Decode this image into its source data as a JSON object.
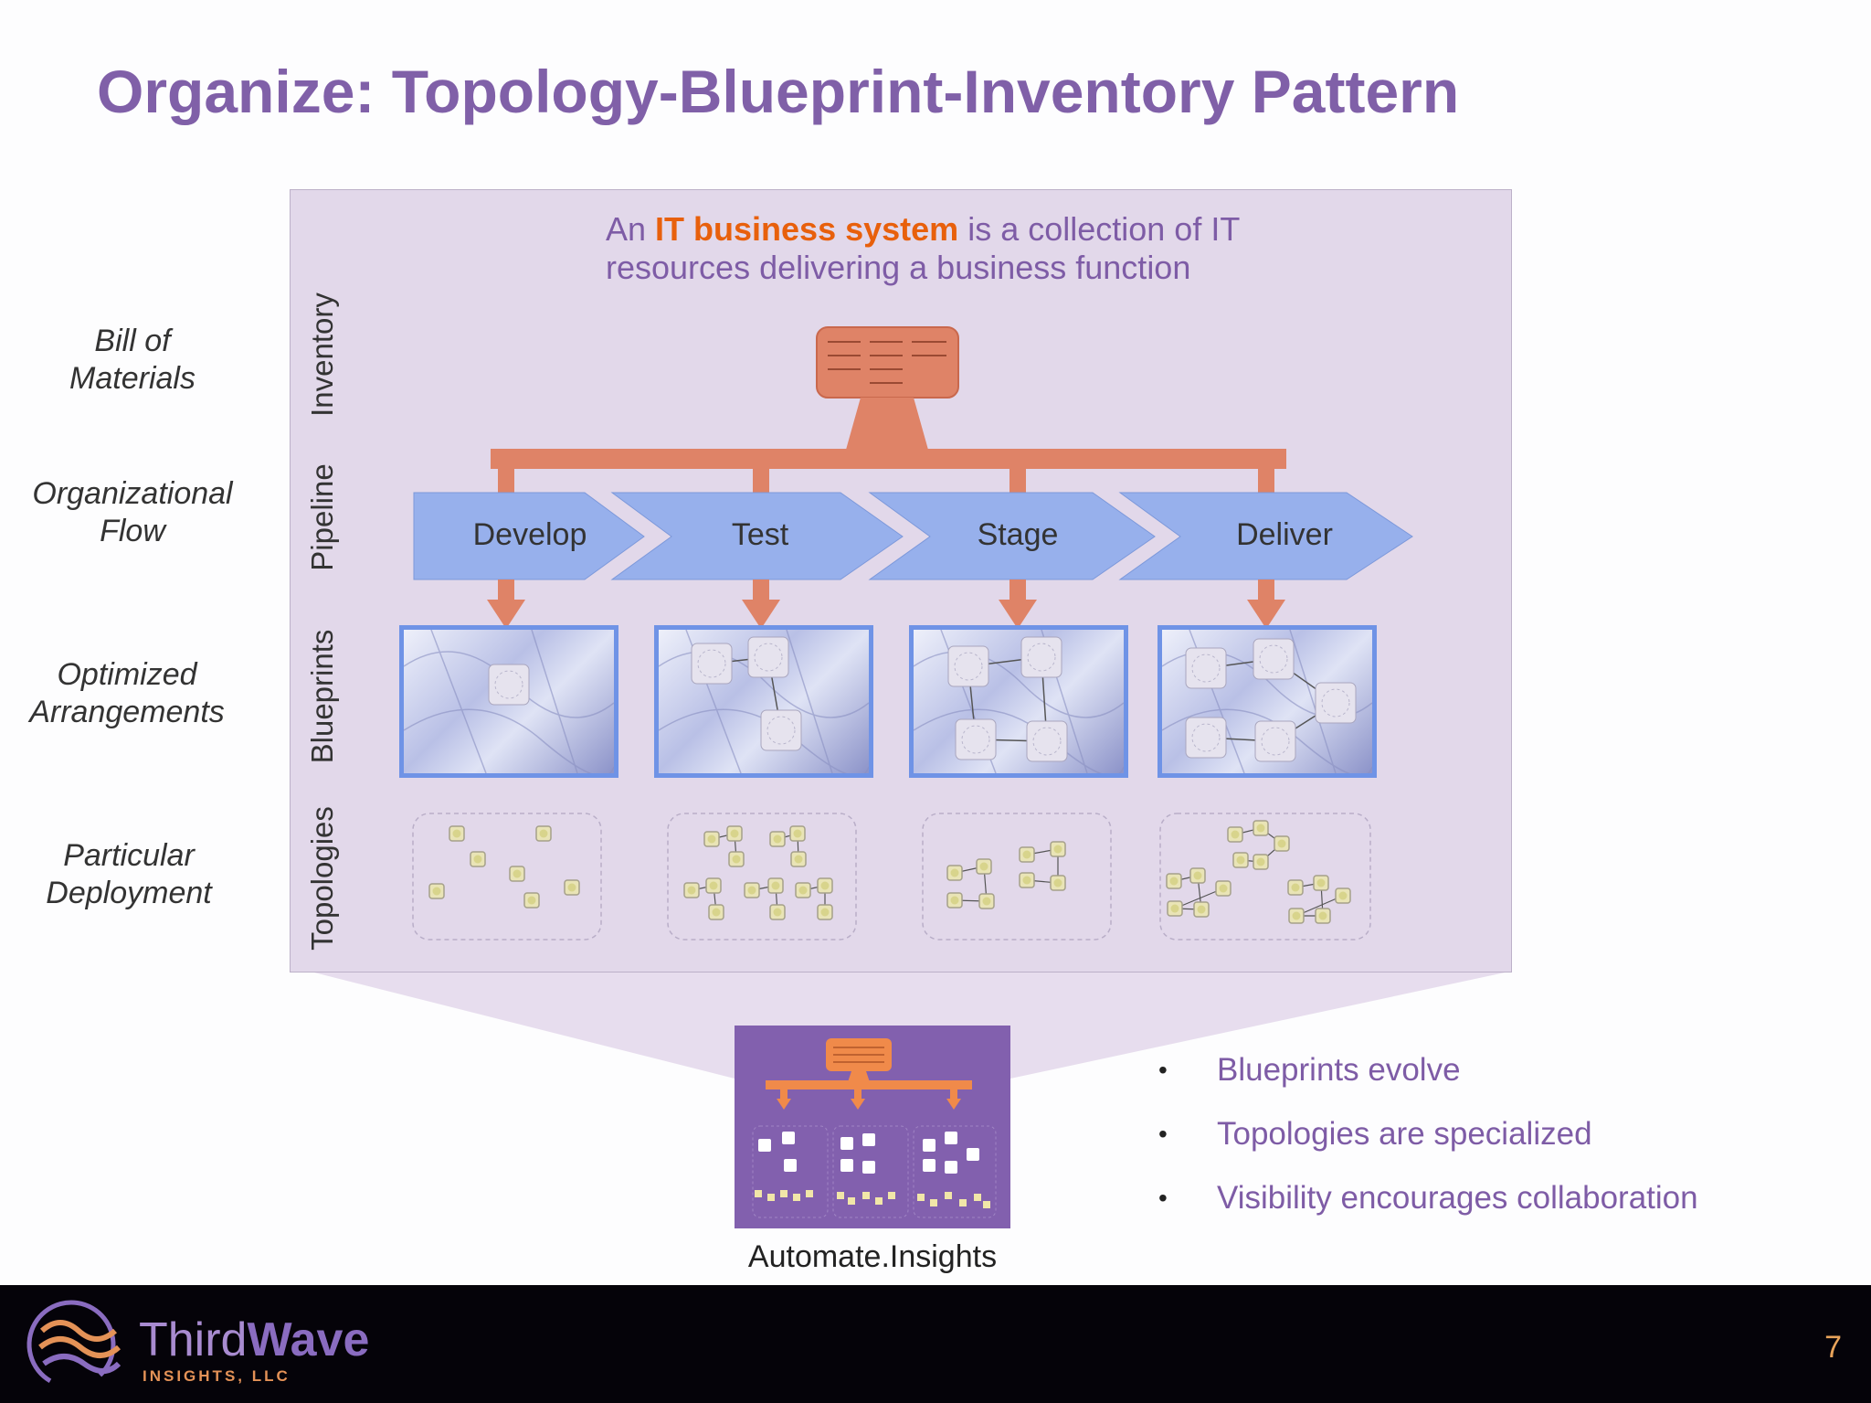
{
  "title": "Organize: Topology-Blueprint-Inventory Pattern",
  "row_labels": [
    {
      "line1": "Bill of",
      "line2": "Materials"
    },
    {
      "line1": "Organizational",
      "line2": "Flow"
    },
    {
      "line1": "Optimized",
      "line2": "Arrangements"
    },
    {
      "line1": "Particular",
      "line2": "Deployment"
    }
  ],
  "layer_labels": [
    "Inventory",
    "Pipeline",
    "Blueprints",
    "Topologies"
  ],
  "caption": {
    "pre": "An ",
    "highlight": "IT business system",
    "post": " is a collection of IT resources delivering a business function"
  },
  "stages": [
    "Develop",
    "Test",
    "Stage",
    "Deliver"
  ],
  "thumbnail_caption": "Automate.Insights",
  "bullets": [
    "Blueprints evolve",
    "Topologies are specialized",
    "Visibility encourages collaboration"
  ],
  "footer": {
    "brand_a": "Third",
    "brand_b": "Wave",
    "brand_sub": "INSIGHTS, LLC",
    "page_number": "7"
  },
  "colors": {
    "title": "#8060a8",
    "highlight": "#e8600c",
    "inventory": "#e0826a",
    "pipeline": "#97b0ec",
    "blueprint_border": "#6f93e6",
    "panel": "#e2d8ea"
  },
  "icons": [
    "inventory-server-icon",
    "blueprint-image-icon",
    "topology-node-icon",
    "thirdwave-logo-icon"
  ]
}
